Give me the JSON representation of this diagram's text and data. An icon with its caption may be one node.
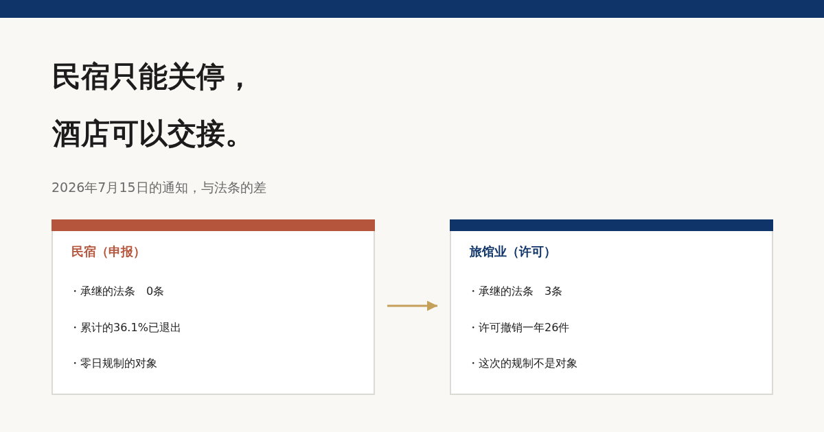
{
  "diagram": {
    "title": "民宿只能关停，酒店可以交接。",
    "nodes": [
      {
        "text": [],
        "shape": "bar"
      },
      {
        "text": [
          "民宿（申报）",
          "・承继的法条　0条",
          "・累计的36.1%已退出",
          "・零日规制的对象"
        ]
      },
      {
        "text": [
          "旅馆业（许可）",
          "・承继的法条　3条",
          "・许可撤销一年26件",
          "・这次的规制不是对象"
        ]
      }
    ],
    "edges": [
      {
        "from": 1,
        "to": 2,
        "arrow": "to"
      }
    ],
    "labels": [
      "2026年7月15日的通知，与法条的差"
    ]
  }
}
